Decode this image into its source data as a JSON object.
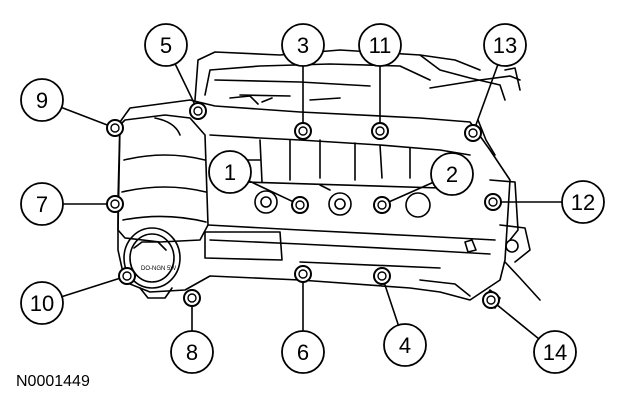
{
  "figure_id": "N0001449",
  "cap_text": "DO-NGN 5W",
  "callouts": [
    {
      "id": "1",
      "label": "1"
    },
    {
      "id": "2",
      "label": "2"
    },
    {
      "id": "3",
      "label": "3"
    },
    {
      "id": "4",
      "label": "4"
    },
    {
      "id": "5",
      "label": "5"
    },
    {
      "id": "6",
      "label": "6"
    },
    {
      "id": "7",
      "label": "7"
    },
    {
      "id": "8",
      "label": "8"
    },
    {
      "id": "9",
      "label": "9"
    },
    {
      "id": "10",
      "label": "10"
    },
    {
      "id": "11",
      "label": "11"
    },
    {
      "id": "12",
      "label": "12"
    },
    {
      "id": "13",
      "label": "13"
    },
    {
      "id": "14",
      "label": "14"
    }
  ]
}
